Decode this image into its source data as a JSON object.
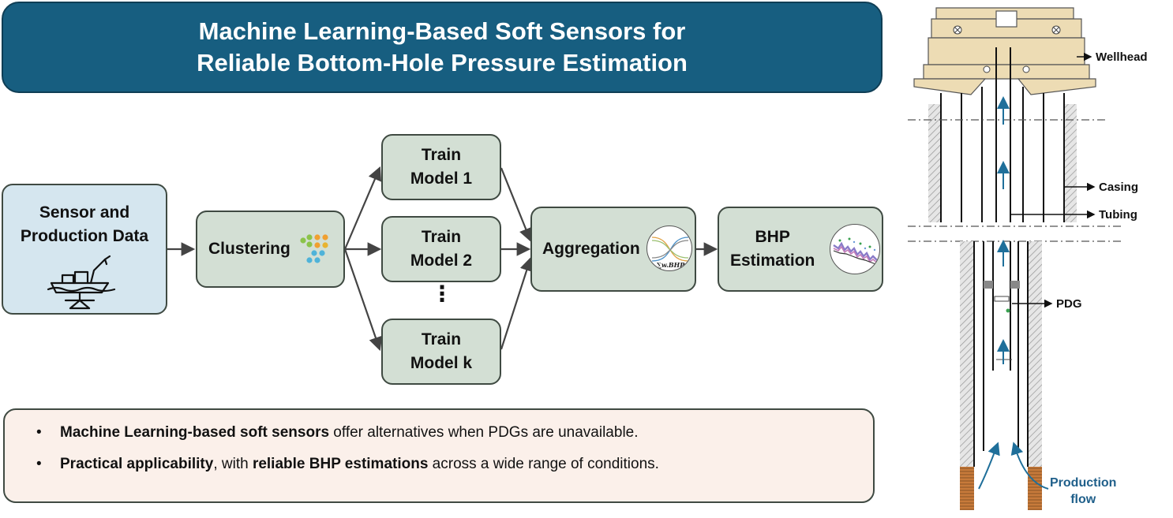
{
  "title": {
    "line1": "Machine Learning-Based Soft Sensors for",
    "line2": "Reliable Bottom-Hole Pressure Estimation"
  },
  "flow": {
    "sensor_line1": "Sensor and",
    "sensor_line2": "Production Data",
    "clustering": "Clustering",
    "train": [
      {
        "line1": "Train",
        "line2": "Model 1"
      },
      {
        "line1": "Train",
        "line2": "Model 2"
      },
      {
        "line1": "Train",
        "line2": "Model k"
      }
    ],
    "ellipsis": "⋮",
    "aggregation": "Aggregation",
    "aggregation_formula": "∑w.BHP",
    "bhp_line1": "BHP",
    "bhp_line2": "Estimation"
  },
  "notes": {
    "n1_bold": "Machine Learning-based soft sensors",
    "n1_rest": " offer alternatives when PDGs are unavailable.",
    "n2_bold1": "Practical applicability",
    "n2_mid": ", with ",
    "n2_bold2": "reliable BHP estimations",
    "n2_rest": " across a wide range of conditions."
  },
  "well": {
    "wellhead": "Wellhead",
    "casing": "Casing",
    "tubing": "Tubing",
    "pdg": "PDG",
    "flow_line1": "Production",
    "flow_line2": "flow"
  },
  "colors": {
    "banner": "#175e80",
    "box_green": "#d3dfd4",
    "box_blue": "#d5e6ef",
    "notes_bg": "#fbf0ea",
    "flow_arrow": "#1f6f9a",
    "perforation": "#c77a3a"
  }
}
